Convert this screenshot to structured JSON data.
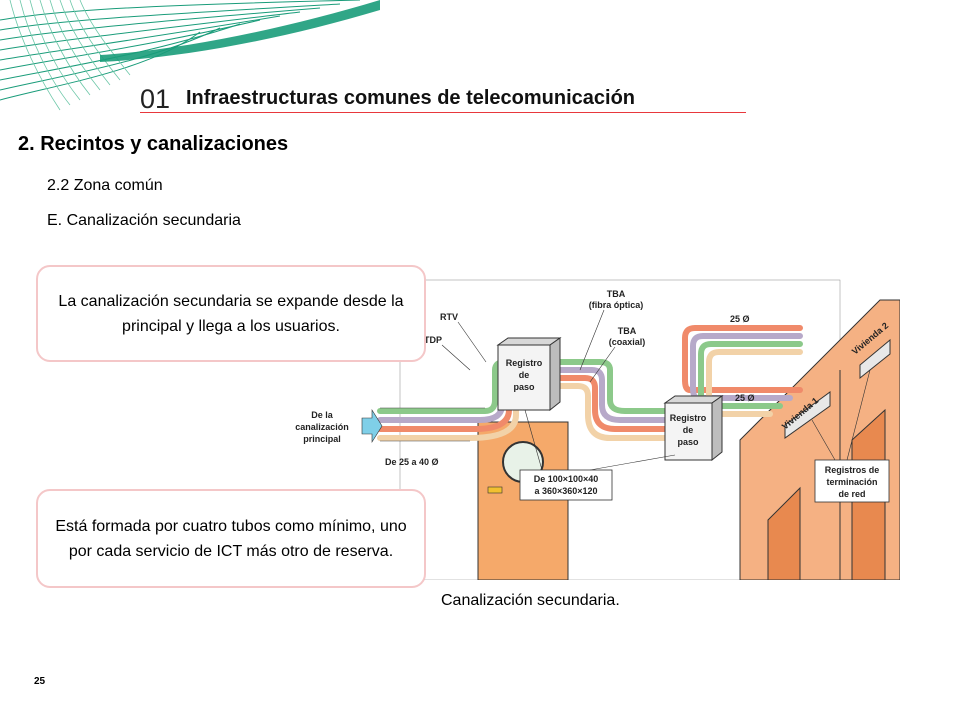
{
  "header": {
    "chapter_number": "01",
    "chapter_title": "Infraestructuras comunes de telecomunicación"
  },
  "section": {
    "title": "2. Recintos y canalizaciones",
    "subsection": "2.2 Zona común",
    "subsubsection": "E. Canalización secundaria"
  },
  "callouts": [
    "La canalización secundaria se expande desde la principal y llega a los usuarios.",
    "Está formada por cuatro tubos como mínimo, uno por cada servicio de ICT más otro de reserva."
  ],
  "figure": {
    "labels": {
      "rtv": "RTV",
      "stdp": "STDP",
      "tba_fibra": "TBA",
      "tba_fibra_sub": "(fibra óptica)",
      "tba_coaxial": "TBA",
      "tba_coaxial_sub": "(coaxial)",
      "registro_paso_1": [
        "Registro",
        "de",
        "paso"
      ],
      "registro_paso_2": [
        "Registro",
        "de",
        "paso"
      ],
      "from_main_1": "De la",
      "from_main_2": "canalización",
      "from_main_3": "principal",
      "diameter_range": "De 25 a 40 Ø",
      "diameter_top": "25 Ø",
      "diameter_mid": "25 Ø",
      "dims_1": "De 100×100×40",
      "dims_2": "a  360×360×120",
      "vivienda_1": "Vivienda 1",
      "vivienda_2": "Vivienda 2",
      "registros_1": "Registros de",
      "registros_2": "terminación",
      "registros_3": "de red"
    },
    "caption": "Canalización secundaria."
  },
  "page_number": "25",
  "colors": {
    "accent_line": "#e8383d",
    "callout_border": "#f4c7c8",
    "deco_green": "#1a9c7a",
    "wall": "#f5b183",
    "door": "#e8894f"
  }
}
